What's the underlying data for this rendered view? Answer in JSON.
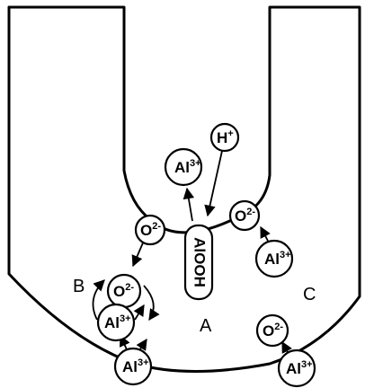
{
  "ions": {
    "al1": {
      "base": "Al",
      "sup": "3+"
    },
    "h": {
      "base": "H",
      "sup": "+"
    },
    "o1": {
      "base": "O",
      "sup": "2-"
    },
    "o2": {
      "base": "O",
      "sup": "2-"
    },
    "al2": {
      "base": "Al",
      "sup": "3+"
    },
    "o3": {
      "base": "O",
      "sup": "2-"
    },
    "al3": {
      "base": "Al",
      "sup": "3+"
    },
    "al4": {
      "base": "Al",
      "sup": "3+"
    },
    "o4": {
      "base": "O",
      "sup": "2-"
    },
    "al5": {
      "base": "Al",
      "sup": "3+"
    }
  },
  "aiooh_label": "AlOOH",
  "region_labels": {
    "a": "A",
    "b": "B",
    "c": "C"
  }
}
